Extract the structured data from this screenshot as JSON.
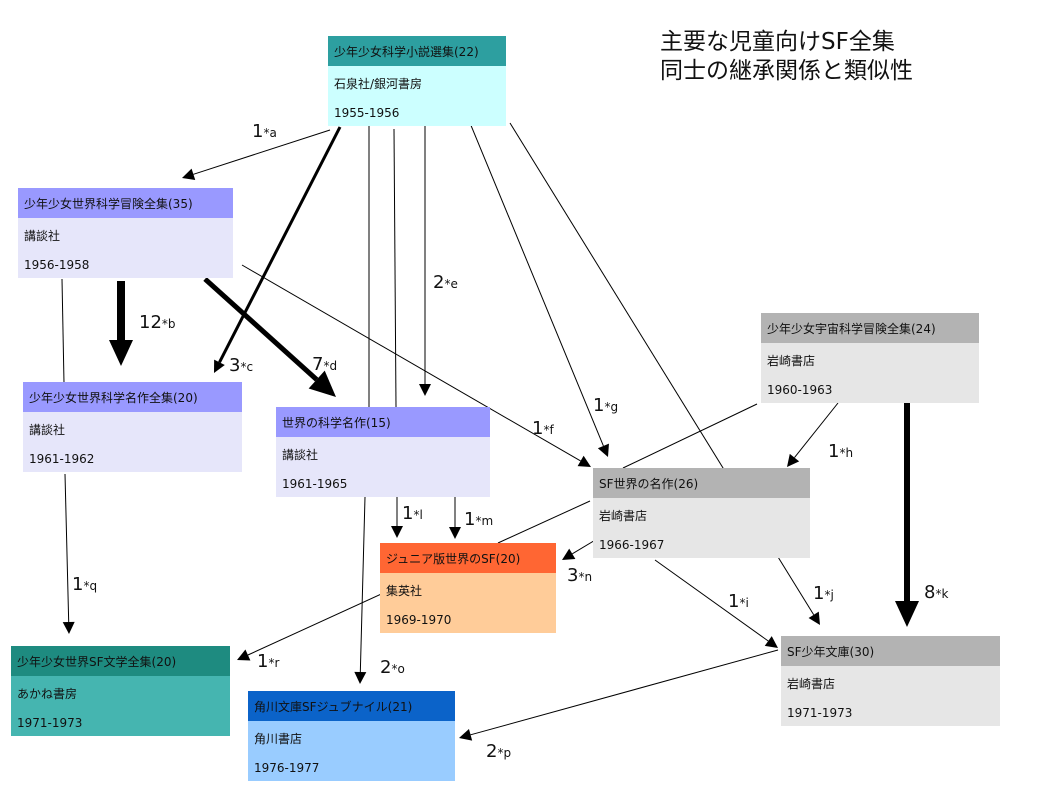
{
  "title": [
    "主要な児童向けSF全集",
    "同士の継承関係と類似性"
  ],
  "nodes": {
    "n1": {
      "name": "少年少女科学小説選集(22)",
      "publisher": "石泉社/銀河書房",
      "years": "1955-1956",
      "colors": {
        "head": "#2d9fa0",
        "body": "#ccffff"
      }
    },
    "n2": {
      "name": "少年少女世界科学冒険全集(35)",
      "publisher": "講談社",
      "years": "1956-1958",
      "colors": {
        "head": "#9999ff",
        "body": "#e6e6fa"
      }
    },
    "n3": {
      "name": "少年少女世界科学名作全集(20)",
      "publisher": "講談社",
      "years": "1961-1962",
      "colors": {
        "head": "#9999ff",
        "body": "#e6e6fa"
      }
    },
    "n4": {
      "name": "世界の科学名作(15)",
      "publisher": "講談社",
      "years": "1961-1965",
      "colors": {
        "head": "#9999ff",
        "body": "#e6e6fa"
      }
    },
    "n5": {
      "name": "少年少女宇宙科学冒険全集(24)",
      "publisher": "岩崎書店",
      "years": "1960-1963",
      "colors": {
        "head": "#b3b3b3",
        "body": "#e6e6e6"
      }
    },
    "n6": {
      "name": "SF世界の名作(26)",
      "publisher": "岩崎書店",
      "years": "1966-1967",
      "colors": {
        "head": "#b3b3b3",
        "body": "#e6e6e6"
      }
    },
    "n7": {
      "name": "ジュニア版世界のSF(20)",
      "publisher": "集英社",
      "years": "1969-1970",
      "colors": {
        "head": "#ff6633",
        "body": "#ffcc99"
      }
    },
    "n8": {
      "name": "少年少女世界SF文学全集(20)",
      "publisher": "あかね書房",
      "years": "1971-1973",
      "colors": {
        "head": "#1e8b80",
        "body": "#45b5b0"
      }
    },
    "n9": {
      "name": "角川文庫SFジュブナイル(21)",
      "publisher": "角川書店",
      "years": "1976-1977",
      "colors": {
        "head": "#0b63c9",
        "body": "#99ccff"
      }
    },
    "n10": {
      "name": "SF少年文庫(30)",
      "publisher": "岩崎書店",
      "years": "1971-1973",
      "colors": {
        "head": "#b3b3b3",
        "body": "#e6e6e6"
      }
    }
  },
  "edges": [
    {
      "id": "a",
      "from": "n1",
      "to": "n2",
      "count": "1",
      "suffix": "*a"
    },
    {
      "id": "b",
      "from": "n2",
      "to": "n3",
      "count": "12",
      "suffix": "*b"
    },
    {
      "id": "c",
      "from": "n1",
      "to": "n3",
      "count": "3",
      "suffix": "*c"
    },
    {
      "id": "d",
      "from": "n2",
      "to": "n4",
      "count": "7",
      "suffix": "*d"
    },
    {
      "id": "e",
      "from": "n1",
      "to": "n4",
      "count": "2",
      "suffix": "*e"
    },
    {
      "id": "f",
      "from": "n2",
      "to": "n6",
      "count": "1",
      "suffix": "*f"
    },
    {
      "id": "g",
      "from": "n1",
      "to": "n6",
      "count": "1",
      "suffix": "*g"
    },
    {
      "id": "h",
      "from": "n5",
      "to": "n6",
      "count": "1",
      "suffix": "*h"
    },
    {
      "id": "i",
      "from": "n6",
      "to": "n10",
      "count": "1",
      "suffix": "*i"
    },
    {
      "id": "j",
      "from": "n1",
      "to": "n10",
      "count": "1",
      "suffix": "*j"
    },
    {
      "id": "k",
      "from": "n5",
      "to": "n10",
      "count": "8",
      "suffix": "*k"
    },
    {
      "id": "l",
      "from": "n4",
      "to": "n7",
      "count": "1",
      "suffix": "*l"
    },
    {
      "id": "m",
      "from": "n4",
      "to": "n7",
      "count": "1",
      "suffix": "*m"
    },
    {
      "id": "n",
      "from": "n6",
      "to": "n7",
      "count": "3",
      "suffix": "*n"
    },
    {
      "id": "o",
      "from": "n4",
      "to": "n9",
      "count": "2",
      "suffix": "*o"
    },
    {
      "id": "p",
      "from": "n10",
      "to": "n9",
      "count": "2",
      "suffix": "*p"
    },
    {
      "id": "q",
      "from": "n3",
      "to": "n8",
      "count": "1",
      "suffix": "*q"
    },
    {
      "id": "r",
      "from": "n7",
      "to": "n8",
      "count": "1",
      "suffix": "*r"
    }
  ]
}
